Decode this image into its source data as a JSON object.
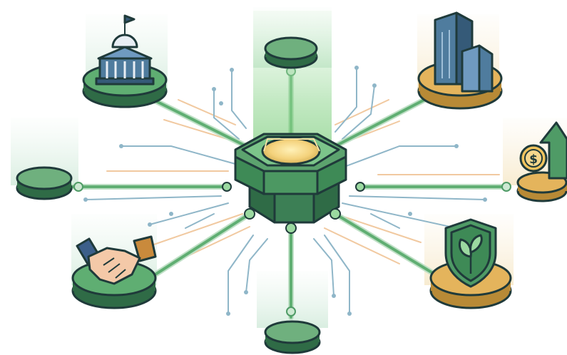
{
  "diagram": {
    "type": "hub-and-spoke network",
    "hub": {
      "shape": "stacked octagonal platform",
      "icon": "octagon-hub-icon"
    },
    "nodes": [
      {
        "id": "top-left",
        "icon": "government-building-icon",
        "base": "green"
      },
      {
        "id": "top",
        "icon": "empty-platform-icon",
        "base": "green"
      },
      {
        "id": "top-right",
        "icon": "office-buildings-icon",
        "base": "gold"
      },
      {
        "id": "left",
        "icon": "empty-platform-icon",
        "base": "green"
      },
      {
        "id": "right",
        "icon": "dollar-growth-arrow-icon",
        "base": "gold"
      },
      {
        "id": "bottom-left",
        "icon": "handshake-icon",
        "base": "green"
      },
      {
        "id": "bottom",
        "icon": "empty-platform-icon",
        "base": "green"
      },
      {
        "id": "bottom-right",
        "icon": "leaf-shield-icon",
        "base": "gold"
      }
    ],
    "colors": {
      "green_dark": "#2f6b46",
      "green": "#4f9b66",
      "green_light": "#8fcf94",
      "gold": "#e4b45c",
      "gold_light": "#f5d78c",
      "outline": "#1f3a3a",
      "circuit_blue": "#8fb6c8",
      "circuit_orange": "#f1c9a0"
    }
  }
}
